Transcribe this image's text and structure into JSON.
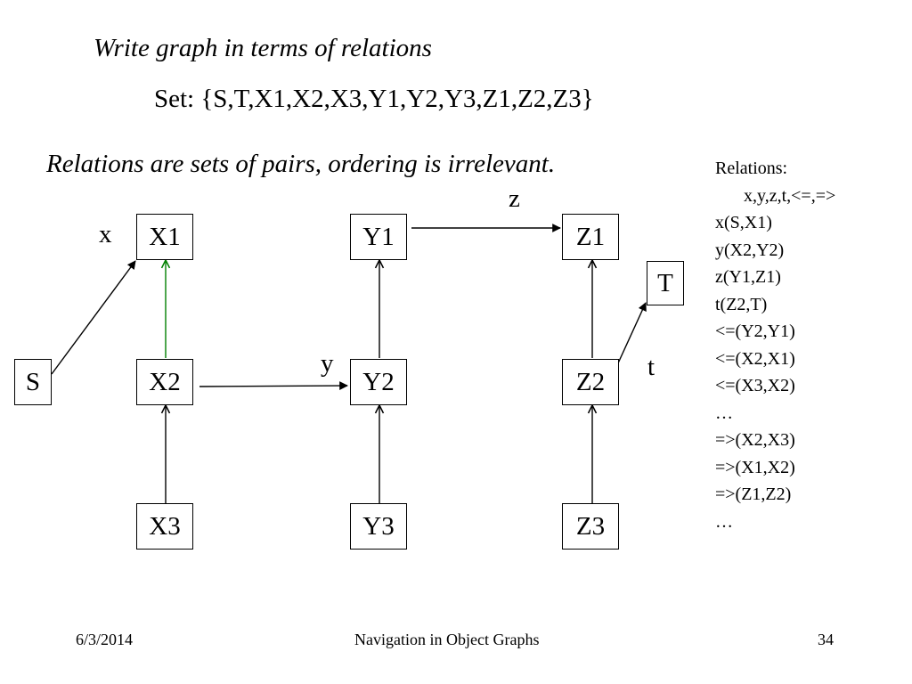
{
  "slide": {
    "title": "Write graph in terms of relations",
    "set_line": "Set: {S,T,X1,X2,X3,Y1,Y2,Y3,Z1,Z2,Z3}",
    "relations_note": "Relations are sets of pairs, ordering is irrelevant."
  },
  "graph": {
    "nodes": {
      "S": "S",
      "T": "T",
      "X1": "X1",
      "X2": "X2",
      "X3": "X3",
      "Y1": "Y1",
      "Y2": "Y2",
      "Y3": "Y3",
      "Z1": "Z1",
      "Z2": "Z2",
      "Z3": "Z3"
    },
    "edge_labels": {
      "x": "x",
      "y": "y",
      "z": "z",
      "t": "t"
    },
    "edges": [
      {
        "from": "S",
        "to": "X1",
        "label": "x"
      },
      {
        "from": "X2",
        "to": "X1",
        "color": "#008000"
      },
      {
        "from": "X3",
        "to": "X2"
      },
      {
        "from": "X2",
        "to": "Y2",
        "label": "y"
      },
      {
        "from": "Y2",
        "to": "Y1"
      },
      {
        "from": "Y3",
        "to": "Y2"
      },
      {
        "from": "Y1",
        "to": "Z1",
        "label": "z"
      },
      {
        "from": "Z2",
        "to": "Z1"
      },
      {
        "from": "Z3",
        "to": "Z2"
      },
      {
        "from": "Z2",
        "to": "T",
        "label": "t"
      }
    ]
  },
  "relations_panel": {
    "heading": "Relations:",
    "names": "x,y,z,t,<=,=>",
    "items": [
      "x(S,X1)",
      "y(X2,Y2)",
      "z(Y1,Z1)",
      "t(Z2,T)",
      "<=(Y2,Y1)",
      "<=(X2,X1)",
      "<=(X3,X2)",
      "…",
      "=>(X2,X3)",
      "=>(X1,X2)",
      "=>(Z1,Z2)",
      "…"
    ]
  },
  "footer": {
    "date": "6/3/2014",
    "center": "Navigation in Object Graphs",
    "page": "34"
  }
}
